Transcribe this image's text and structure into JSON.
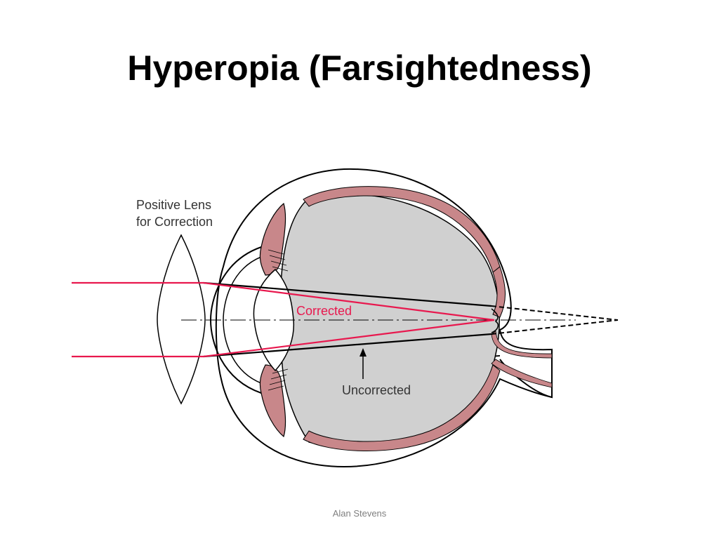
{
  "slide": {
    "title": "Hyperopia (Farsightedness)",
    "footer": "Alan Stevens"
  },
  "diagram": {
    "labels": {
      "lens_line1": "Positive Lens",
      "lens_line2": "for Correction",
      "corrected": "Corrected",
      "uncorrected": "Uncorrected"
    },
    "colors": {
      "corrected_ray": "#e8184e",
      "eye_interior": "#d0d0d0",
      "tissue": "#c8878a",
      "outline": "#000000",
      "label_text": "#333333"
    }
  }
}
